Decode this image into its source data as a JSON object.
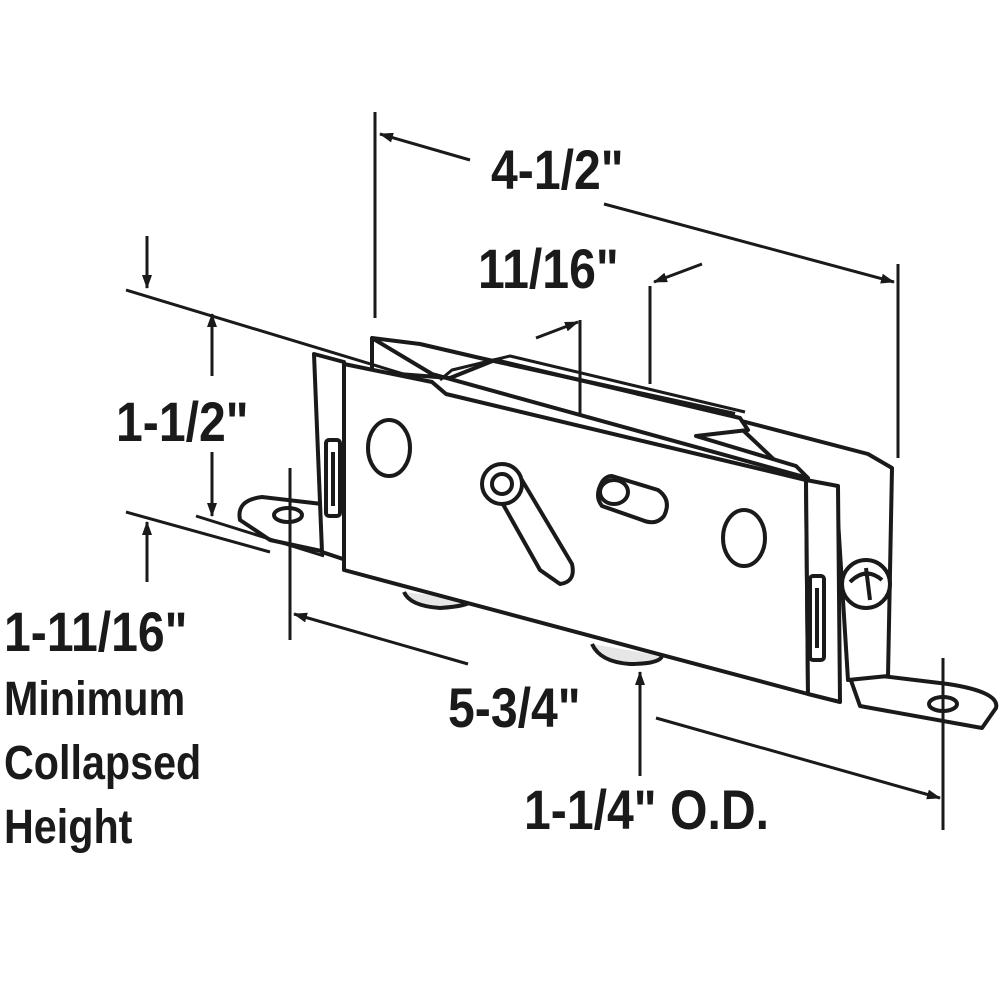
{
  "dimensions": {
    "length_overall": "4-1/2\"",
    "wheel_spacing": "11/16\"",
    "body_height": "1-1/2\"",
    "base_length": "5-3/4\"",
    "wheel_diameter": "1-1/4\" O.D."
  },
  "collapsed_height_note": {
    "value": "1-11/16\"",
    "line1": "Minimum",
    "line2": "Collapsed",
    "line3": "Height"
  },
  "colors": {
    "ink": "#1a1a1a",
    "part_fill": "#ffffff",
    "shade": "#d9d9d9"
  }
}
